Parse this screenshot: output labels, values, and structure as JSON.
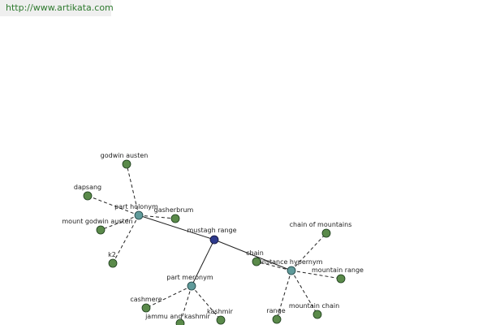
{
  "url_text": "http://www.artikata.com",
  "colors": {
    "url_text": "#2e7a2e",
    "url_background": "#efefef",
    "leaf_node": "#5a8a4a",
    "relation_node": "#5f9a9a",
    "center_node": "#2e3a8c",
    "edge": "#222222"
  },
  "graph": {
    "nodes": [
      {
        "id": "center",
        "label": "mustagh range",
        "kind": "center"
      },
      {
        "id": "holonym",
        "label": "part holonym",
        "kind": "relation"
      },
      {
        "id": "meronym",
        "label": "part meronym",
        "kind": "relation"
      },
      {
        "id": "hypernym",
        "label": "instance hypernym",
        "kind": "relation"
      },
      {
        "id": "godwin",
        "label": "godwin austen",
        "kind": "leaf"
      },
      {
        "id": "dapsang",
        "label": "dapsang",
        "kind": "leaf"
      },
      {
        "id": "mga",
        "label": "mount godwin austen",
        "kind": "leaf"
      },
      {
        "id": "k2",
        "label": "k2",
        "kind": "leaf"
      },
      {
        "id": "gasherbrum",
        "label": "gasherbrum",
        "kind": "leaf"
      },
      {
        "id": "cashmere",
        "label": "cashmere",
        "kind": "leaf"
      },
      {
        "id": "jk",
        "label": "jammu and kashmir",
        "kind": "leaf"
      },
      {
        "id": "kashmir",
        "label": "kashmir",
        "kind": "leaf"
      },
      {
        "id": "chain",
        "label": "chain",
        "kind": "leaf"
      },
      {
        "id": "chainofmountains",
        "label": "chain of mountains",
        "kind": "leaf"
      },
      {
        "id": "mountainrange",
        "label": "mountain range",
        "kind": "leaf"
      },
      {
        "id": "range",
        "label": "range",
        "kind": "leaf"
      },
      {
        "id": "mountainchain",
        "label": "mountain chain",
        "kind": "leaf"
      }
    ],
    "edges": [
      {
        "from": "center",
        "to": "holonym",
        "style": "solid"
      },
      {
        "from": "center",
        "to": "meronym",
        "style": "solid"
      },
      {
        "from": "center",
        "to": "hypernym",
        "style": "solid"
      },
      {
        "from": "holonym",
        "to": "godwin",
        "style": "dashed"
      },
      {
        "from": "holonym",
        "to": "dapsang",
        "style": "dashed"
      },
      {
        "from": "holonym",
        "to": "mga",
        "style": "dashed"
      },
      {
        "from": "holonym",
        "to": "k2",
        "style": "dashed"
      },
      {
        "from": "holonym",
        "to": "gasherbrum",
        "style": "dashed"
      },
      {
        "from": "meronym",
        "to": "cashmere",
        "style": "dashed"
      },
      {
        "from": "meronym",
        "to": "jk",
        "style": "dashed"
      },
      {
        "from": "meronym",
        "to": "kashmir",
        "style": "dashed"
      },
      {
        "from": "hypernym",
        "to": "chain",
        "style": "dashed"
      },
      {
        "from": "hypernym",
        "to": "chainofmountains",
        "style": "dashed"
      },
      {
        "from": "hypernym",
        "to": "mountainrange",
        "style": "dashed"
      },
      {
        "from": "hypernym",
        "to": "range",
        "style": "dashed"
      },
      {
        "from": "hypernym",
        "to": "mountainchain",
        "style": "dashed"
      }
    ]
  }
}
